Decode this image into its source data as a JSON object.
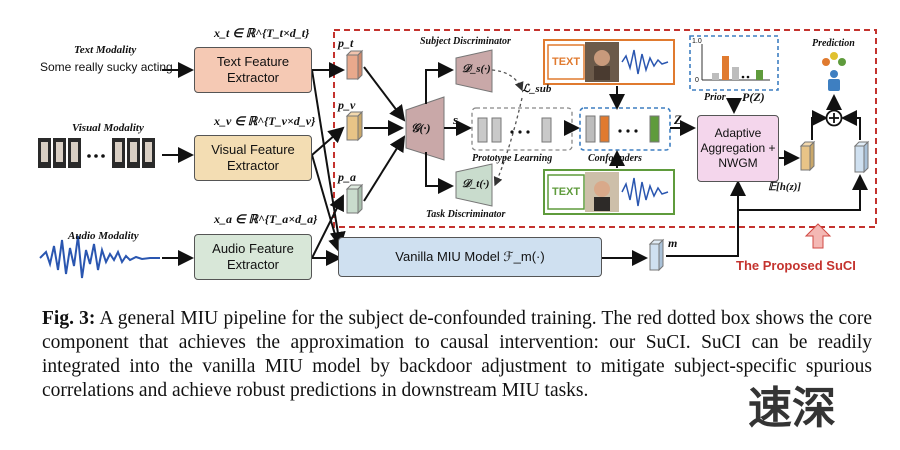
{
  "modalities": {
    "text_title": "Text Modality",
    "text_sample": "Some really sucky acting",
    "visual_title": "Visual Modality",
    "audio_title": "Audio Modality"
  },
  "extractors": {
    "text": "Text Feature Extractor",
    "visual": "Visual Feature Extractor",
    "audio": "Audio Feature Extractor"
  },
  "features": {
    "xt": "x_t ∈ ℝ^{T_t×d_t}",
    "xv": "x_v ∈ ℝ^{T_v×d_v}",
    "xa": "x_a ∈ ℝ^{T_a×d_a}"
  },
  "labels": {
    "pt": "p_t",
    "pv": "p_v",
    "pa": "p_a",
    "g": "𝒢(·)",
    "s": "s",
    "subject_disc": "Subject Discriminator",
    "ds": "𝒟_s(·)",
    "lsub": "ℒ_sub",
    "task_disc": "Task Discriminator",
    "dt": "𝒟_t(·)",
    "prototype": "Prototype Learning",
    "confounders": "Confounders",
    "z": "Z",
    "prior": "Prior",
    "pz": "P(Z)",
    "text_tag": "TEXT",
    "adaptive": "Adaptive Aggregation + NWGM",
    "prediction": "Prediction",
    "expect": "𝔼[h(z)]",
    "vanilla": "Vanilla MIU Model ℱ_m(·)",
    "m": "m",
    "proposed": "The Proposed SuCI",
    "bar_axis_top": "1.0",
    "bar_axis_bottom": "0"
  },
  "colors": {
    "text_box": "#f5c9b4",
    "visual_box": "#f3ddb3",
    "audio_box": "#d8e7d8",
    "vanilla_box": "#cfe0f0",
    "adaptive_box": "#f4d6ec",
    "red_dash": "#c4332e",
    "blue_dash": "#3e7fc1",
    "orange": "#e07a2f",
    "green": "#5f9b3c"
  },
  "caption": {
    "label": "Fig. 3:",
    "text": "A general MIU pipeline for the subject de-confounded training. The red dotted box shows the core component that achieves the approximation to causal intervention: our SuCI. SuCI can be readily integrated into the vanilla MIU model by backdoor adjustment to mitigate subject-specific spurious correlations and achieve robust predictions in downstream MIU tasks."
  },
  "watermark": "速深"
}
